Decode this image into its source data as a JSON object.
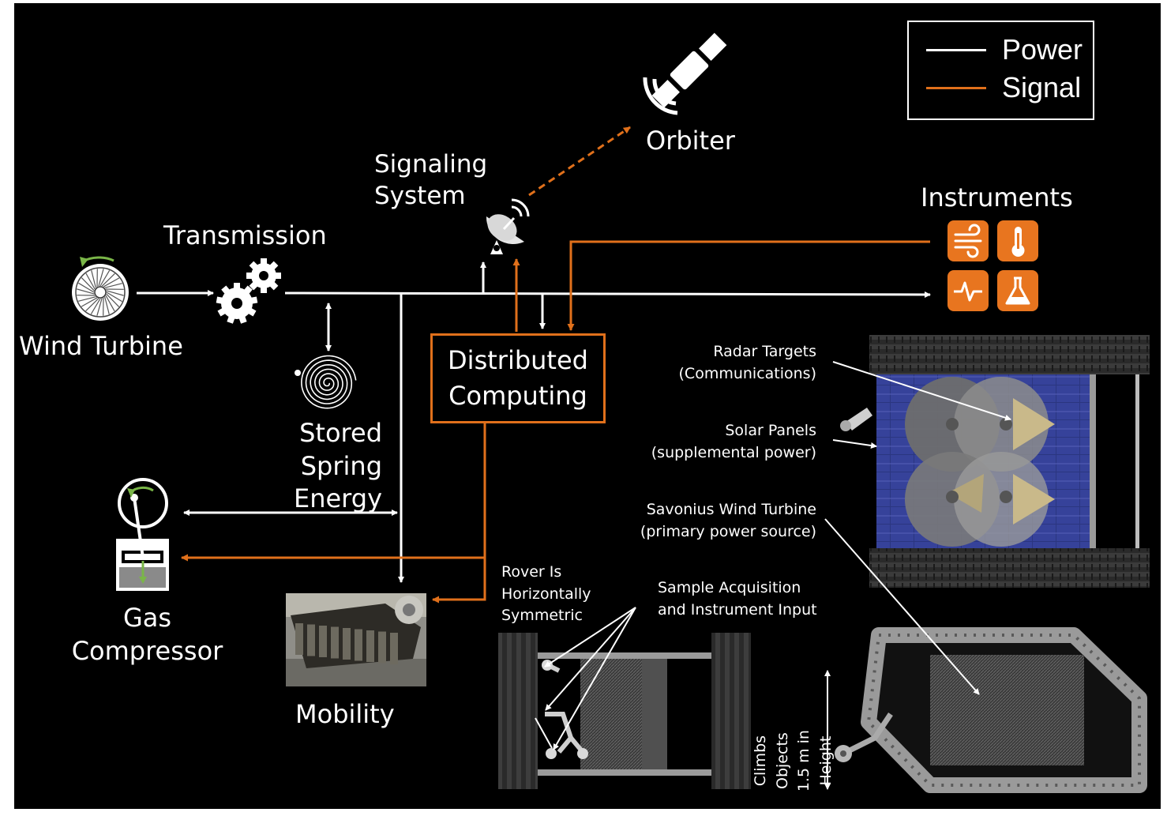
{
  "legend": {
    "power_label": "Power",
    "signal_label": "Signal",
    "power_color": "#ffffff",
    "signal_color": "#e0701b"
  },
  "labels": {
    "orbiter": "Orbiter",
    "signaling_system": "Signaling\nSystem",
    "transmission": "Transmission",
    "wind_turbine": "Wind Turbine",
    "stored_spring_energy": "Stored Spring\nEnergy",
    "distributed_computing": "Distributed\nComputing",
    "instruments": "Instruments",
    "gas_compressor": "Gas\nCompressor",
    "mobility": "Mobility"
  },
  "annotations": {
    "radar_targets": "Radar Targets\n(Communications)",
    "solar_panels": "Solar Panels\n(supplemental power)",
    "savonius": "Savonius Wind Turbine\n(primary power source)",
    "rover_symmetric": "Rover Is\nHorizontally\nSymmetric",
    "sample_acquisition": "Sample Acquisition\nand Instrument Input",
    "climbs_objects": "Climbs Objects\n1.5 m in Height"
  },
  "icons": {
    "instruments": [
      "wind-icon",
      "thermometer-icon",
      "pulse-icon",
      "flask-icon"
    ]
  }
}
